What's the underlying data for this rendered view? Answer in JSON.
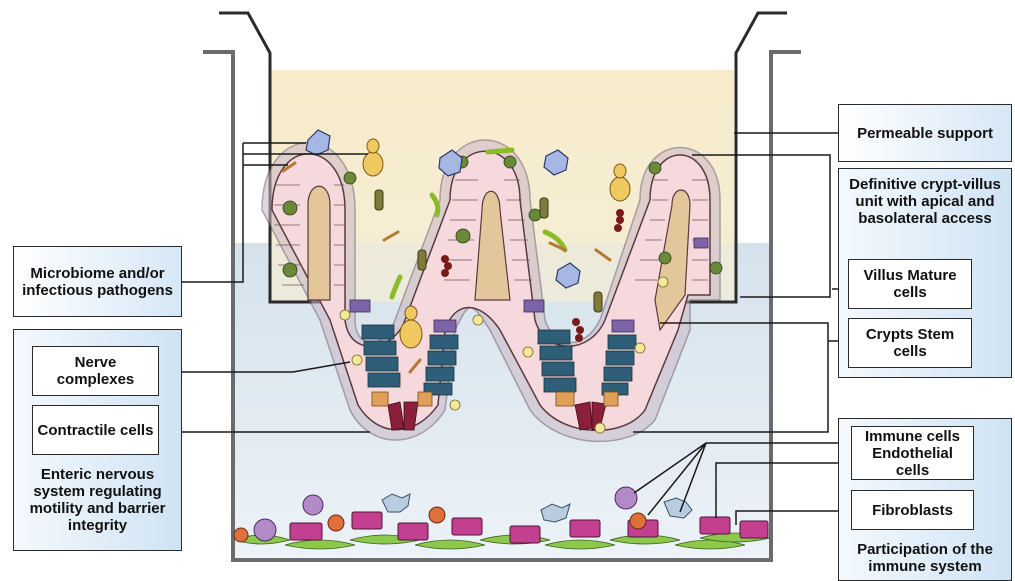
{
  "labels": {
    "microbiome": "Microbiome and/or infectious pathogens",
    "nerve": "Nerve complexes",
    "contractile": "Contractile cells",
    "enteric_caption": "Enteric nervous system regulating motility and barrier integrity",
    "permeable": "Permeable support",
    "definitive": "Definitive crypt-villus unit with apical and basolateral access",
    "villus": "Villus Mature cells",
    "crypts": "Crypts Stem cells",
    "immune": "Immune cells",
    "endothelial": "Endothelial cells",
    "fibroblasts": "Fibroblasts",
    "immune_caption": "Participation of the immune system"
  },
  "colors": {
    "apical_medium": "#f7ebc6",
    "basolateral_medium": "#d9e5ee",
    "box_fill": "#d6e7f6",
    "epithelium": "#f5d9dc",
    "stem_cells": "#2f5f78",
    "paneth_cells": "#8c1f3a",
    "endothelial": "#c2408f",
    "fibroblast": "#8cc84b"
  }
}
